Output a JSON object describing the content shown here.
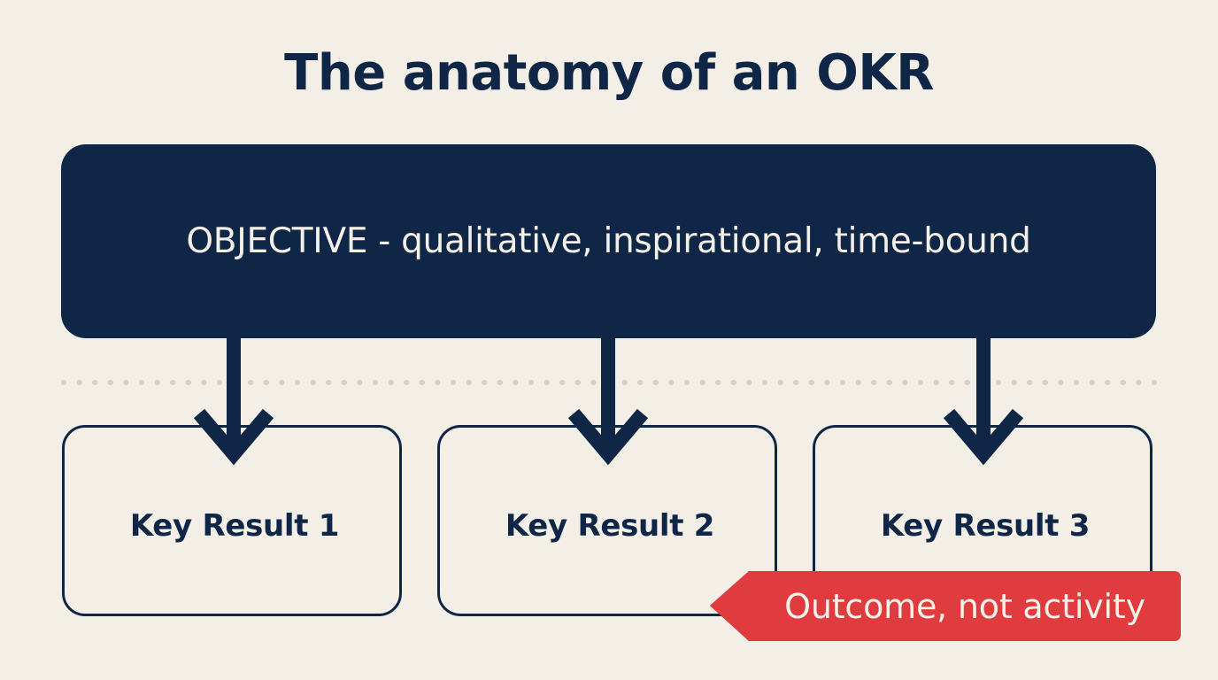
{
  "title": "The anatomy of an OKR",
  "objective": {
    "label": "OBJECTIVE - qualitative, inspirational, time-bound"
  },
  "key_results": [
    {
      "label": "Key Result 1"
    },
    {
      "label": "Key Result 2"
    },
    {
      "label": "Key Result 3"
    }
  ],
  "callout": {
    "label": "Outcome, not activity"
  },
  "colors": {
    "background": "#f3efe6",
    "navy": "#0f2647",
    "callout_red": "#e03c3f",
    "dots": "#d8cfbe"
  },
  "icons": {
    "connector": "down-arrow-icon"
  }
}
